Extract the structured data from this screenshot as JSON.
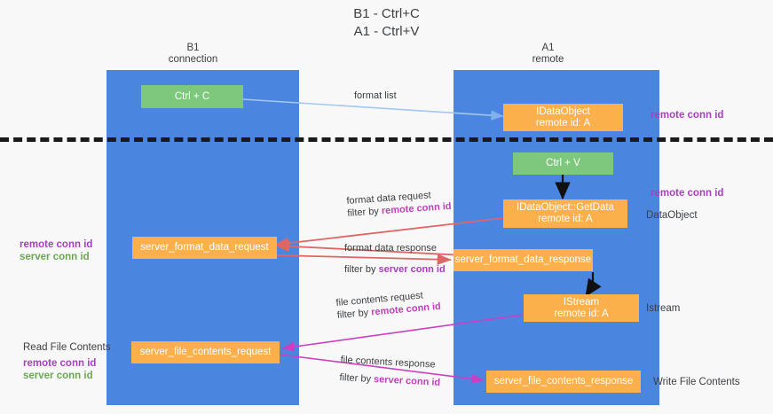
{
  "title": {
    "line1": "B1 - Ctrl+C",
    "line2": "A1 - Ctrl+V"
  },
  "columns": [
    {
      "name": "B1",
      "role": "connection"
    },
    {
      "name": "A1",
      "role": "remote"
    }
  ],
  "boxes": {
    "ctrl_c": "Ctrl + C",
    "idataobject": "IDataObject\nremote id: A",
    "ctrl_v": "Ctrl + V",
    "getdata": "IDataObject::GetData\nremote id: A",
    "server_format_data_request": "server_format_data_request",
    "server_format_data_response": "server_format_data_response",
    "istream": "IStream\nremote id: A",
    "server_file_contents_request": "server_file_contents_request",
    "server_file_contents_response": "server_file_contents_response"
  },
  "edge_labels": {
    "format_list": "format list",
    "format_data_request": "format data request",
    "format_data_request_filter_prefix": "filter by ",
    "format_data_request_filter_key": "remote conn id",
    "format_data_response": "format data response",
    "format_data_response_filter_prefix": "filter by ",
    "format_data_response_filter_key": "server conn id",
    "file_contents_request": "file contents request",
    "file_contents_request_filter_prefix": "filter by ",
    "file_contents_request_filter_key": "remote conn id",
    "file_contents_response": "file contents response",
    "file_contents_response_filter_prefix": "filter by ",
    "file_contents_response_filter_key": "server conn id"
  },
  "right_labels": {
    "remote_conn_id_top": "remote conn id",
    "remote_conn_id_mid": "remote conn id",
    "dataobject": "DataObject",
    "istream": "Istream",
    "write_file_contents": "Write File Contents"
  },
  "left_labels": {
    "remote_conn_id_mid": "remote conn id",
    "server_conn_id_mid": "server conn id",
    "read_file_contents": "Read File Contents",
    "remote_conn_id_bottom": "remote conn id",
    "server_conn_id_bottom": "server conn id"
  },
  "colors": {
    "lane": "#4a86e0",
    "green_box": "#7ec87e",
    "orange_box": "#fbb04c",
    "purple": "#a83fbe",
    "green_text": "#6aa84f",
    "red_arrow": "#e06666",
    "magenta_arrow": "#cc3ec2",
    "blue_arrow": "#a4c8ef",
    "background": "#f8f8f8"
  }
}
